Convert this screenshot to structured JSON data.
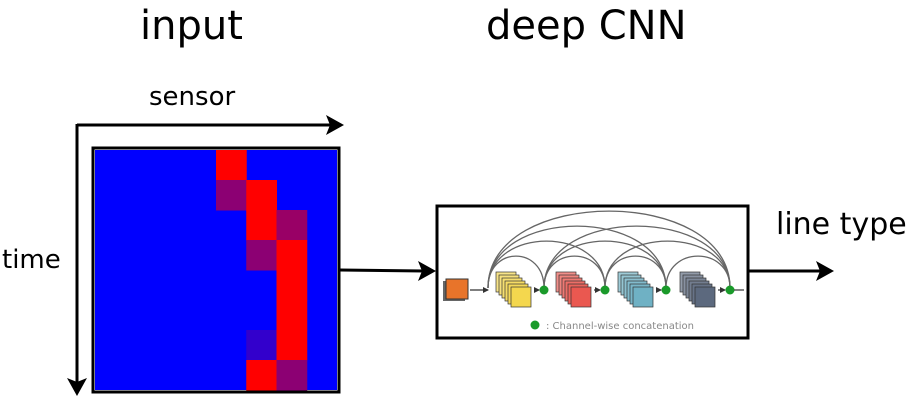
{
  "titles": {
    "input": "input",
    "network": "deep CNN"
  },
  "axes": {
    "horizontal": "sensor",
    "vertical": "time"
  },
  "output": "line type",
  "network_caption": ": Channel-wise concatenation",
  "heatmap": {
    "background_color": "#0000ff",
    "hot_color": "#ff0000",
    "mixed_color": "#8a0f70",
    "rows": 8,
    "cols": 8,
    "cells": [
      [
        0,
        0,
        0,
        0,
        1,
        0,
        0,
        0
      ],
      [
        0,
        0,
        0,
        0,
        0.55,
        1,
        0,
        0
      ],
      [
        0,
        0,
        0,
        0,
        0,
        1,
        0.6,
        0
      ],
      [
        0,
        0,
        0,
        0,
        0,
        0.55,
        1,
        0
      ],
      [
        0,
        0,
        0,
        0,
        0,
        0,
        1,
        0
      ],
      [
        0,
        0,
        0,
        0,
        0,
        0,
        1,
        0
      ],
      [
        0,
        0,
        0,
        0,
        0,
        0.2,
        1,
        0
      ],
      [
        0,
        0,
        0,
        0,
        0,
        1,
        0.55,
        0
      ]
    ]
  },
  "network_blocks": [
    {
      "name": "input-image",
      "color": "#e8742a"
    },
    {
      "name": "block-1",
      "color": "#f3d23a"
    },
    {
      "name": "block-2",
      "color": "#e8453c"
    },
    {
      "name": "block-3",
      "color": "#5fa8bd"
    },
    {
      "name": "block-4",
      "color": "#4a5870"
    }
  ],
  "concat_node_color": "#1a9a2a"
}
